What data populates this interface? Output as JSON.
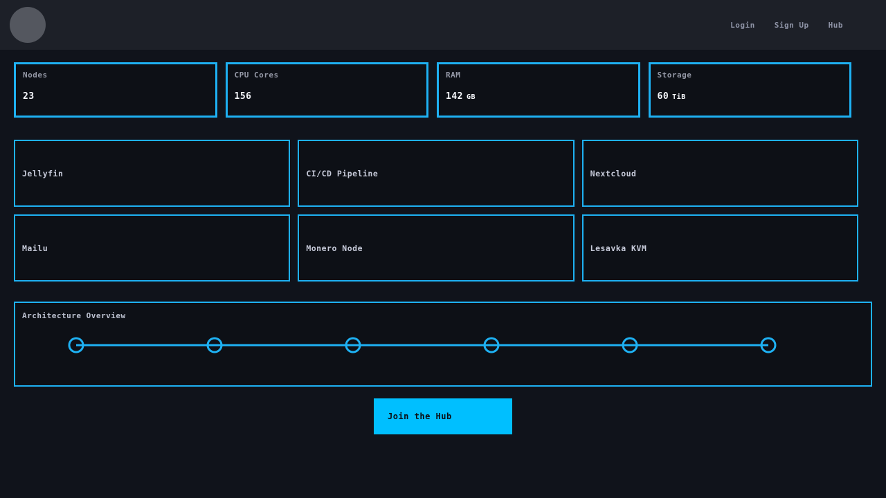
{
  "colors": {
    "page_bg": "#10131b",
    "navbar_bg": "#1d2028",
    "card_bg": "#0d1016",
    "accent_border": "#1eb1f3",
    "button_bg": "#00bfff",
    "button_text": "#0b0e15"
  },
  "navbar": {
    "links": [
      {
        "label": "Login"
      },
      {
        "label": "Sign Up"
      },
      {
        "label": "Hub"
      }
    ]
  },
  "stats": {
    "items": [
      {
        "label": "Nodes",
        "value": "23",
        "unit": ""
      },
      {
        "label": "CPU Cores",
        "value": "156",
        "unit": ""
      },
      {
        "label": "RAM",
        "value": "142",
        "unit": "GB"
      },
      {
        "label": "Storage",
        "value": "60",
        "unit": "TiB"
      }
    ]
  },
  "services": {
    "items": [
      {
        "title": "Jellyfin"
      },
      {
        "title": "CI/CD Pipeline"
      },
      {
        "title": "Nextcloud"
      },
      {
        "title": "Mailu"
      },
      {
        "title": "Monero Node"
      },
      {
        "title": "Lesavka KVM"
      }
    ]
  },
  "architecture": {
    "title": "Architecture Overview",
    "node_count": 6
  },
  "cta": {
    "label": "Join the Hub"
  }
}
